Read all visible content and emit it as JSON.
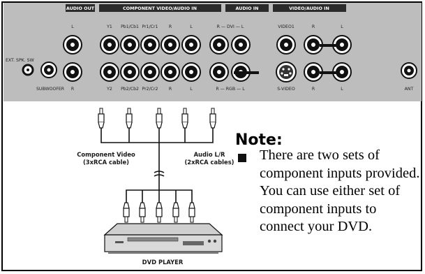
{
  "panel": {
    "headers": {
      "audio_out": "AUDIO OUT",
      "component": "COMPONENT VIDEO/AUDIO IN",
      "audio_in": "AUDIO IN",
      "video_audio_in": "VIDEO/AUDIO IN"
    },
    "top_labels": [
      "L",
      "Y1",
      "Pb1/Cb1",
      "Pr1/Cr1",
      "R",
      "L",
      "R — DVI — L",
      "VIDEO1",
      "R",
      "L"
    ],
    "bottom_labels": [
      "R",
      "Y2",
      "Pb2/Cb2",
      "Pr2/Cr2",
      "R",
      "L",
      "R — RGB — L",
      "S-VIDEO",
      "R",
      "L"
    ],
    "ext_label": "EXT. SPK. SW",
    "subwoofer_label": "SUBWOOFER",
    "ant_label": "ANT"
  },
  "cables": {
    "component_video_line1": "Component Video",
    "component_video_line2": "(3xRCA cable)",
    "audio_lr_line1": "Audio L/R",
    "audio_lr_line2": "(2xRCA cables)"
  },
  "device": {
    "label": "DVD PLAYER"
  },
  "note": {
    "title": "Note:",
    "text": "There are two sets of component inputs provided.  You can use either set of component inputs to connect your DVD."
  },
  "colors": {
    "panel": "#b9b9b9",
    "header_bar": "#2b2b2b",
    "outline": "#000000"
  }
}
